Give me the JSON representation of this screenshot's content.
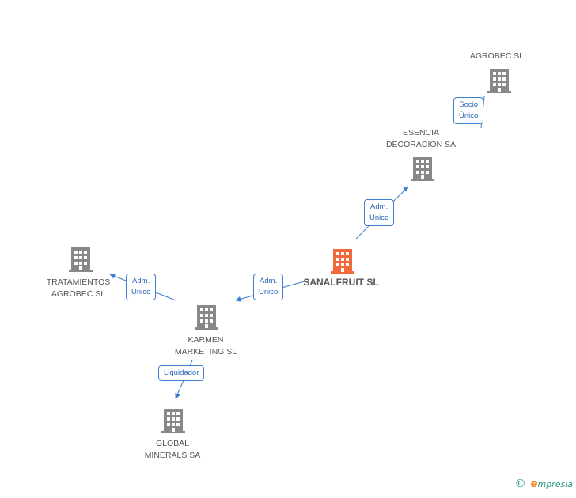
{
  "nodes": {
    "agrobec": "AGROBEC SL",
    "esencia": "ESENCIA\nDECORACION SA",
    "sanalfruit": "SANALFRUIT SL",
    "tratamientos": "TRATAMIENTOS\nAGROBEC SL",
    "karmen": "KARMEN\nMARKETING SL",
    "global": "GLOBAL\nMINERALS SA"
  },
  "relations": {
    "socio_unico": "Socio\nÚnico",
    "adm_unico_esencia": "Adm.\nUnico",
    "adm_unico_karmen": "Adm.\nUnico",
    "adm_unico_tratamientos": "Adm.\nUnico",
    "liquidador": "Liquidador"
  },
  "colors": {
    "main_node": "#f26a3a",
    "node": "#888888",
    "edge": "#3b7fd0"
  },
  "footer": {
    "copyright_symbol": "©",
    "brand_initial": "e",
    "brand_rest": "mpresia"
  }
}
